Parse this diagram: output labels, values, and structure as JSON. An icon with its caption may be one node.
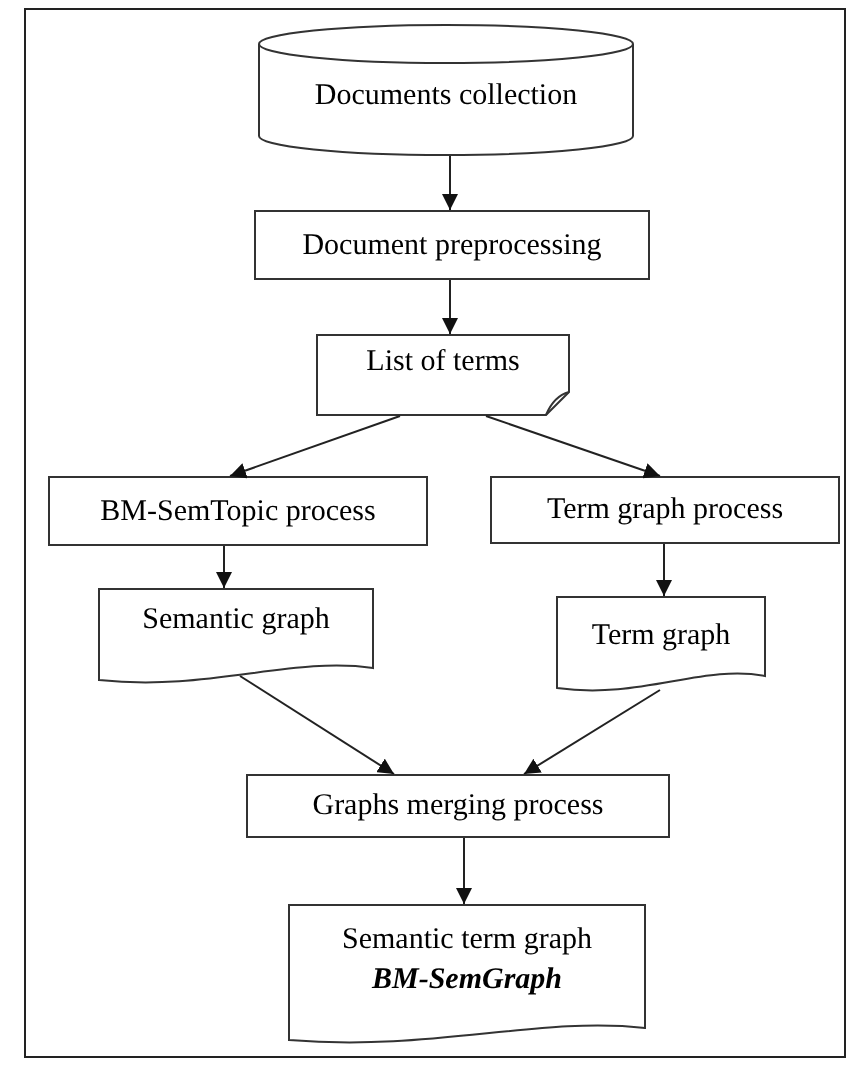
{
  "diagram": {
    "nodes": [
      {
        "text": [
          "Documents collection"
        ]
      },
      {
        "text": [
          "Document preprocessing"
        ]
      },
      {
        "text": [
          "List of terms"
        ]
      },
      {
        "text": [
          "BM-SemTopic process"
        ]
      },
      {
        "text": [
          "Term graph process"
        ]
      },
      {
        "text": [
          "Semantic graph"
        ]
      },
      {
        "text": [
          "Term graph"
        ]
      },
      {
        "text": [
          "Graphs merging process"
        ]
      },
      {
        "text": [
          "Semantic term graph",
          "BM-SemGraph"
        ]
      }
    ],
    "edges": [
      {
        "from": 0,
        "to": 1,
        "arrow": "to"
      },
      {
        "from": 1,
        "to": 2,
        "arrow": "to"
      },
      {
        "from": 2,
        "to": 3,
        "arrow": "to"
      },
      {
        "from": 2,
        "to": 4,
        "arrow": "to"
      },
      {
        "from": 3,
        "to": 5,
        "arrow": "to"
      },
      {
        "from": 4,
        "to": 6,
        "arrow": "to"
      },
      {
        "from": 5,
        "to": 7,
        "arrow": "to"
      },
      {
        "from": 6,
        "to": 7,
        "arrow": "to"
      },
      {
        "from": 7,
        "to": 8,
        "arrow": "to"
      }
    ]
  }
}
